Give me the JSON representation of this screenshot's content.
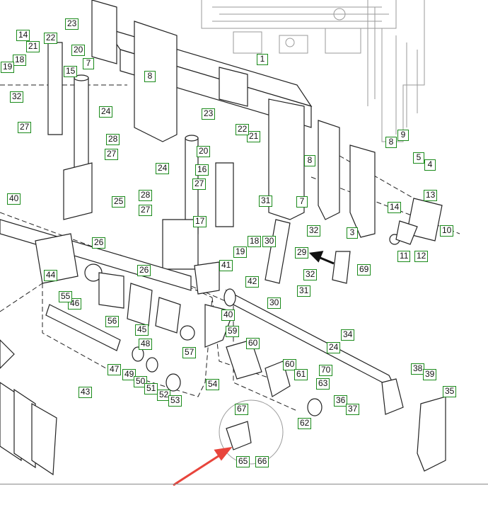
{
  "colors": {
    "label_border": "#1a8a1a",
    "line": "#222222",
    "frame_line": "#9a9a9a",
    "arrow": "#e8453c"
  },
  "labels": [
    "1",
    "3",
    "4",
    "5",
    "7",
    "7",
    "8",
    "8",
    "8",
    "9",
    "10",
    "11",
    "12",
    "13",
    "14",
    "14",
    "15",
    "16",
    "17",
    "18",
    "18",
    "19",
    "19",
    "20",
    "20",
    "21",
    "21",
    "22",
    "22",
    "23",
    "23",
    "24",
    "24",
    "24",
    "25",
    "26",
    "26",
    "27",
    "27",
    "27",
    "27",
    "28",
    "28",
    "29",
    "30",
    "30",
    "31",
    "31",
    "32",
    "32",
    "32",
    "34",
    "35",
    "36",
    "37",
    "38",
    "39",
    "40",
    "40",
    "41",
    "42",
    "43",
    "44",
    "45",
    "46",
    "47",
    "48",
    "49",
    "50",
    "51",
    "52",
    "53",
    "54",
    "55",
    "56",
    "57",
    "59",
    "60",
    "60",
    "61",
    "62",
    "63",
    "65",
    "66",
    "67",
    "69",
    "70"
  ]
}
